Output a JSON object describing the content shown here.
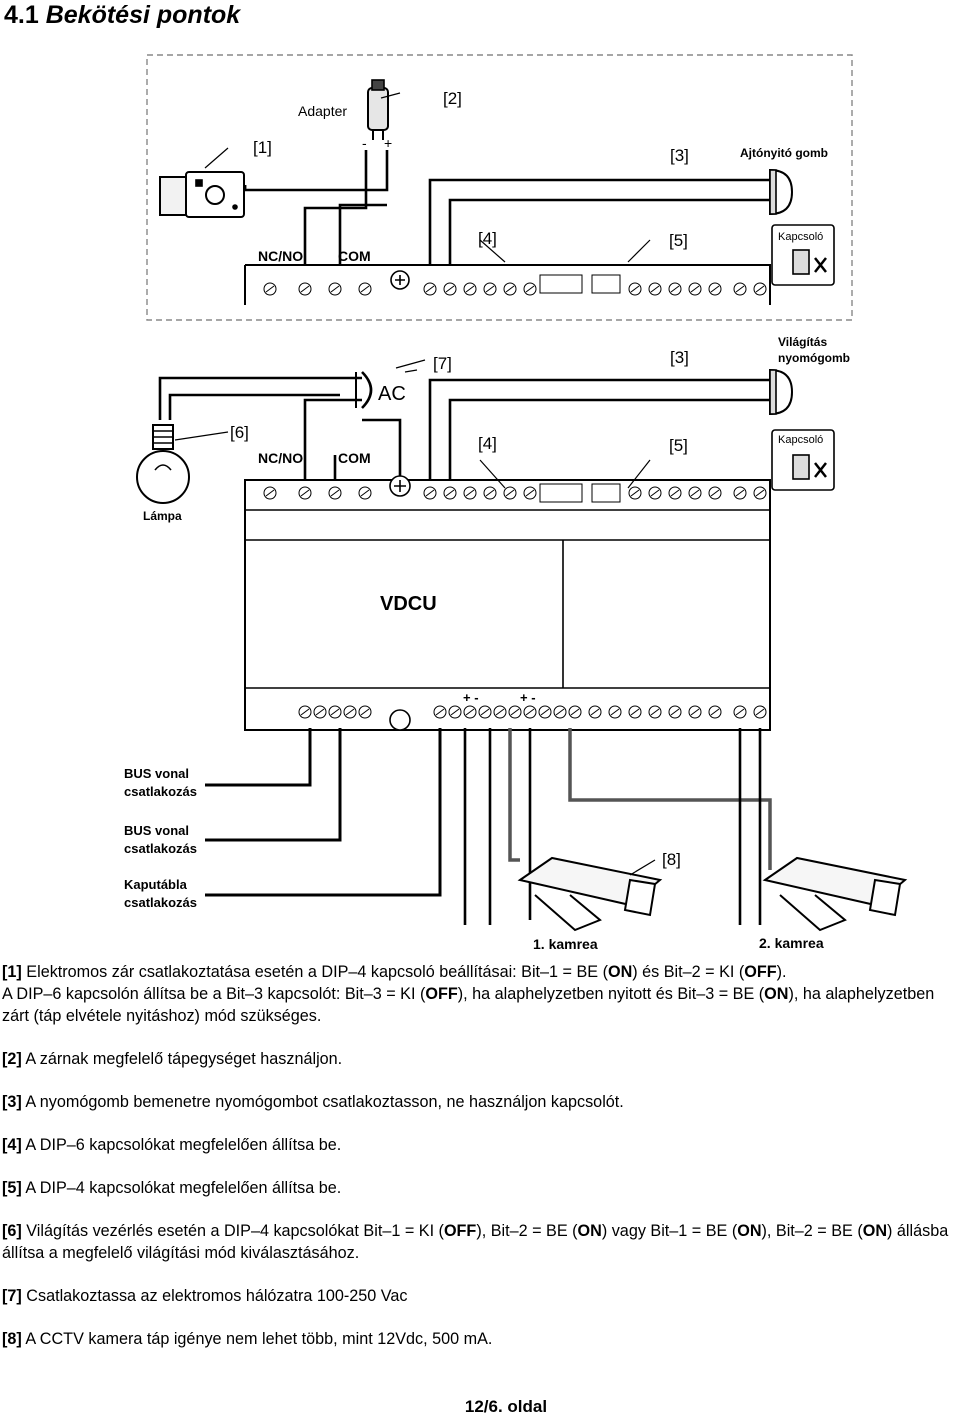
{
  "heading": {
    "number": "4.1",
    "text": "Bekötési pontok"
  },
  "diagram": {
    "adapter": "Adapter",
    "minus": "-",
    "plus": "+",
    "ref1": "[1]",
    "ref2": "[2]",
    "ref3a": "[3]",
    "door_button": "Ajtónyitó gomb",
    "ref4a": "[4]",
    "ref5a": "[5]",
    "switch_a": "Kapcsoló",
    "nc_no_a": "NC/NO",
    "com_a": "COM",
    "light_button_1": "Világítás",
    "light_button_2": "nyomógomb",
    "ref7": "[7]",
    "ac": "AC",
    "ref3b": "[3]",
    "ref6": "[6]",
    "ref4b": "[4]",
    "ref5b": "[5]",
    "switch_b": "Kapcsoló",
    "nc_no_b": "NC/NO",
    "com_b": "COM",
    "lamp": "Lámpa",
    "vdcu": "VDCU",
    "bus1_1": "BUS vonal",
    "bus1_2": "csatlakozás",
    "bus2_1": "BUS vonal",
    "bus2_2": "csatlakozás",
    "gate1": "Kaputábla",
    "gate2": "csatlakozás",
    "ref8": "[8]",
    "cam1": "1. kamrea",
    "cam2": "2. kamrea",
    "pm": "+ -"
  },
  "notes": {
    "n1_ref": "[1]",
    "n1_a": " Elektromos zár csatlakoztatása esetén a DIP–4 kapcsoló beállításai: Bit–1 = BE (",
    "n1_on": "ON",
    "n1_b": ") és Bit–2 = KI (",
    "n1_off": "OFF",
    "n1_c": ").",
    "n1_line2a": "A DIP–6 kapcsolón állítsa be a Bit–3 kapcsolót: Bit–3 = KI (",
    "n1_off2": "OFF",
    "n1_line2b": "), ha alaphelyzetben nyitott és Bit–3 = BE (",
    "n1_on2": "ON",
    "n1_line2c": "), ha alaphelyzetben zárt (táp elvétele nyitáshoz) mód szükséges.",
    "n2_ref": "[2]",
    "n2": " A zárnak megfelelő tápegységet használjon.",
    "n3_ref": "[3]",
    "n3": " A nyomógomb bemenetre nyomógombot csatlakoztasson, ne használjon kapcsolót.",
    "n4_ref": "[4]",
    "n4": " A DIP–6 kapcsolókat megfelelően állítsa be.",
    "n5_ref": "[5]",
    "n5": " A DIP–4 kapcsolókat megfelelően állítsa be.",
    "n6_ref": "[6]",
    "n6_a": " Világítás vezérlés esetén a DIP–4 kapcsolókat Bit–1 = KI (",
    "n6_off": "OFF",
    "n6_b": "), Bit–2 = BE (",
    "n6_on": "ON",
    "n6_c": ") vagy Bit–1 = BE (",
    "n6_on2": "ON",
    "n6_d": "), Bit–2 = BE (",
    "n6_on3": "ON",
    "n6_e": ") állásba állítsa a megfelelő világítási mód kiválasztásához.",
    "n7_ref": "[7]",
    "n7": " Csatlakoztassa az elektromos hálózatra 100-250 Vac",
    "n8_ref": "[8]",
    "n8": " A CCTV kamera táp igénye nem lehet több, mint 12Vdc, 500 mA."
  },
  "footer": {
    "page": "12/6. oldal"
  }
}
